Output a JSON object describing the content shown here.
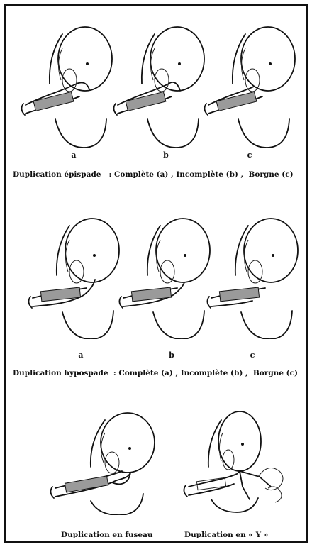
{
  "epispade": {
    "labels": [
      "a",
      "b",
      "c"
    ],
    "caption": "Duplication épispade   : Complète (a) , Incomplète (b) ,  Borgne (c)"
  },
  "hypospade": {
    "labels": [
      "a",
      "b",
      "c"
    ],
    "caption": "Duplication hypospade  : Complète (a) , Incomplète (b) ,  Borgne (c)"
  },
  "bottom": {
    "left_caption": "Duplication en fuseau",
    "right_caption": "Duplication en « Y »"
  }
}
